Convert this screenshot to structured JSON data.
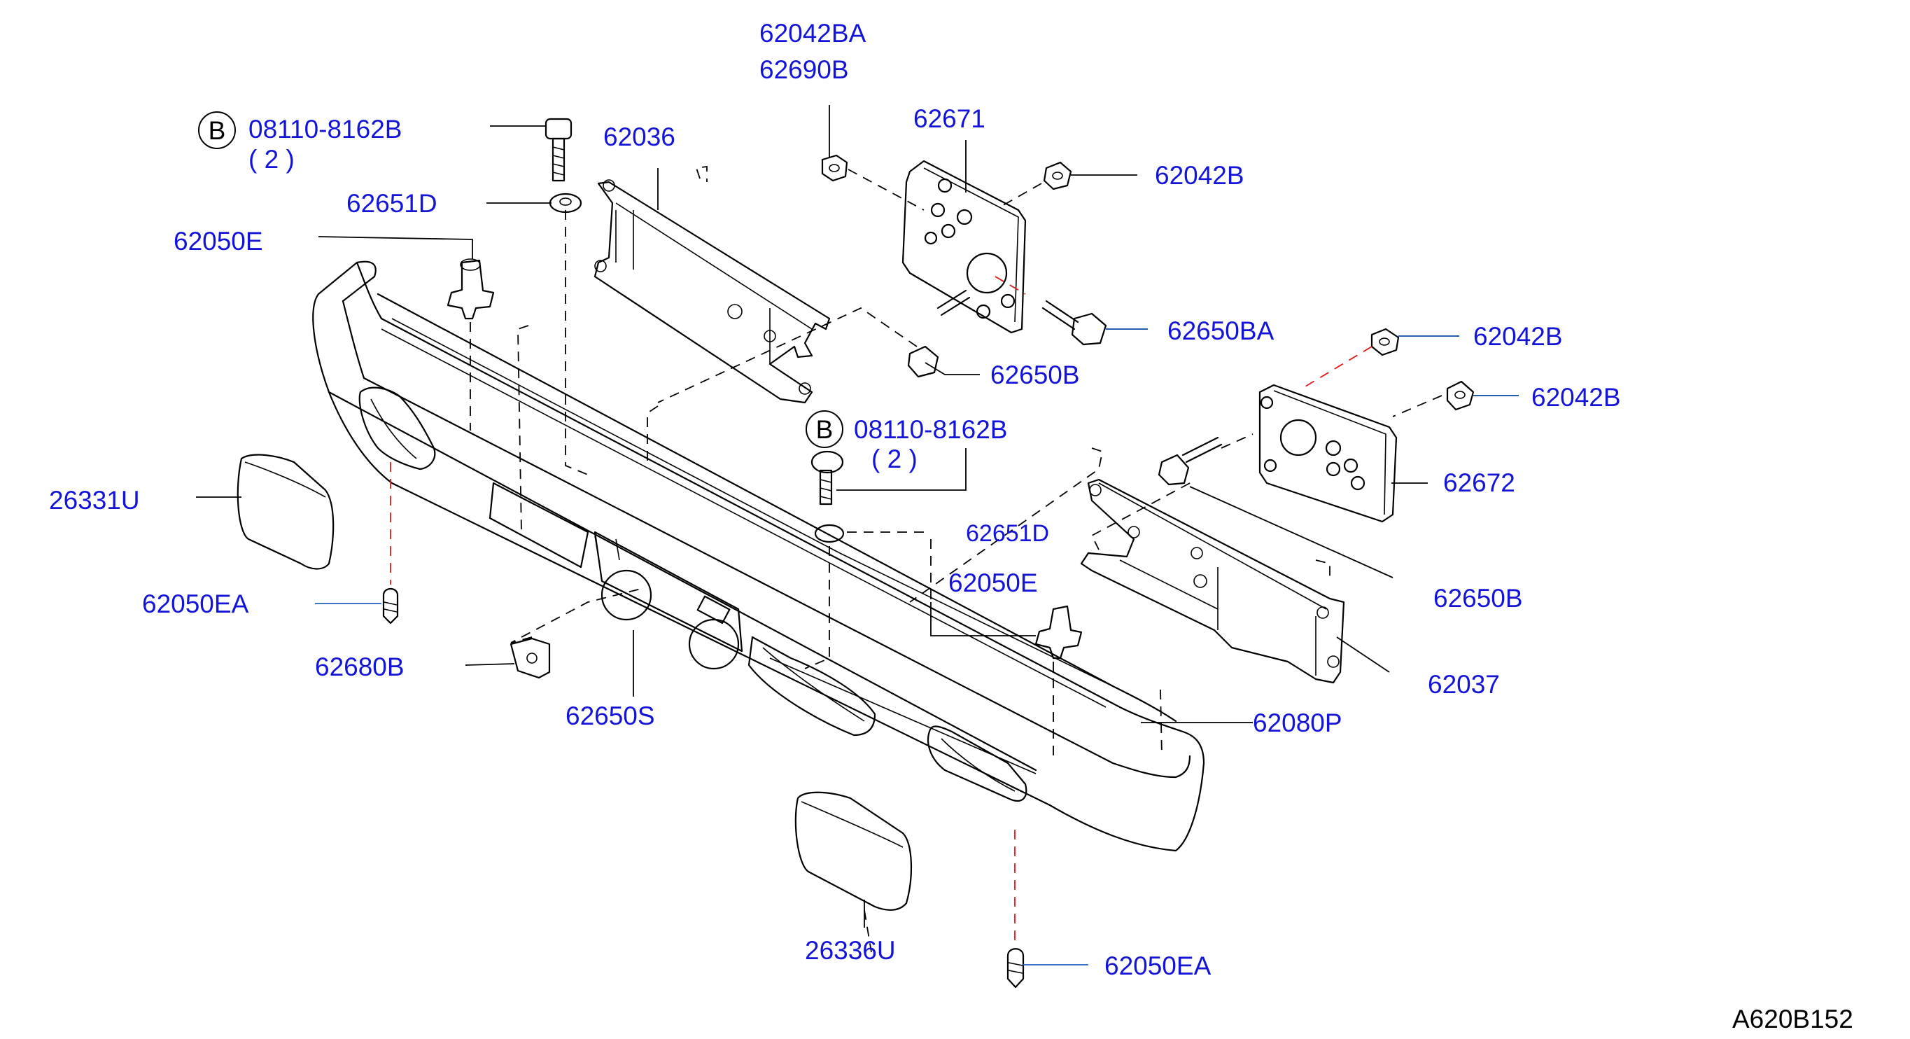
{
  "diagram": {
    "labels": {
      "p62042BA": "62042BA",
      "p62690B": "62690B",
      "p08110_top": "08110-8162B",
      "p08110_top_qty": "( 2 )",
      "p62036": "62036",
      "p62671": "62671",
      "p62042B_1": "62042B",
      "p62651D": "62651D",
      "p62050E_left": "62050E",
      "p62650BA": "62650BA",
      "p62042B_2": "62042B",
      "p62650B_1": "62650B",
      "p62042B_3": "62042B",
      "p08110_mid": "08110-8162B",
      "p08110_mid_qty": "( 2 )",
      "p62672": "62672",
      "p26331U": "26331U",
      "p62651D_mid": "62651D",
      "p62050E_mid": "62050E",
      "p62650B_2": "62650B",
      "p62050EA_left": "62050EA",
      "p62680B": "62680B",
      "p62037": "62037",
      "p62650S": "62650S",
      "p62080P": "62080P",
      "p26336U": "26336U",
      "p62050EA_right": "62050EA"
    },
    "bolt_marker": "B",
    "diagram_code": "A620B152"
  }
}
